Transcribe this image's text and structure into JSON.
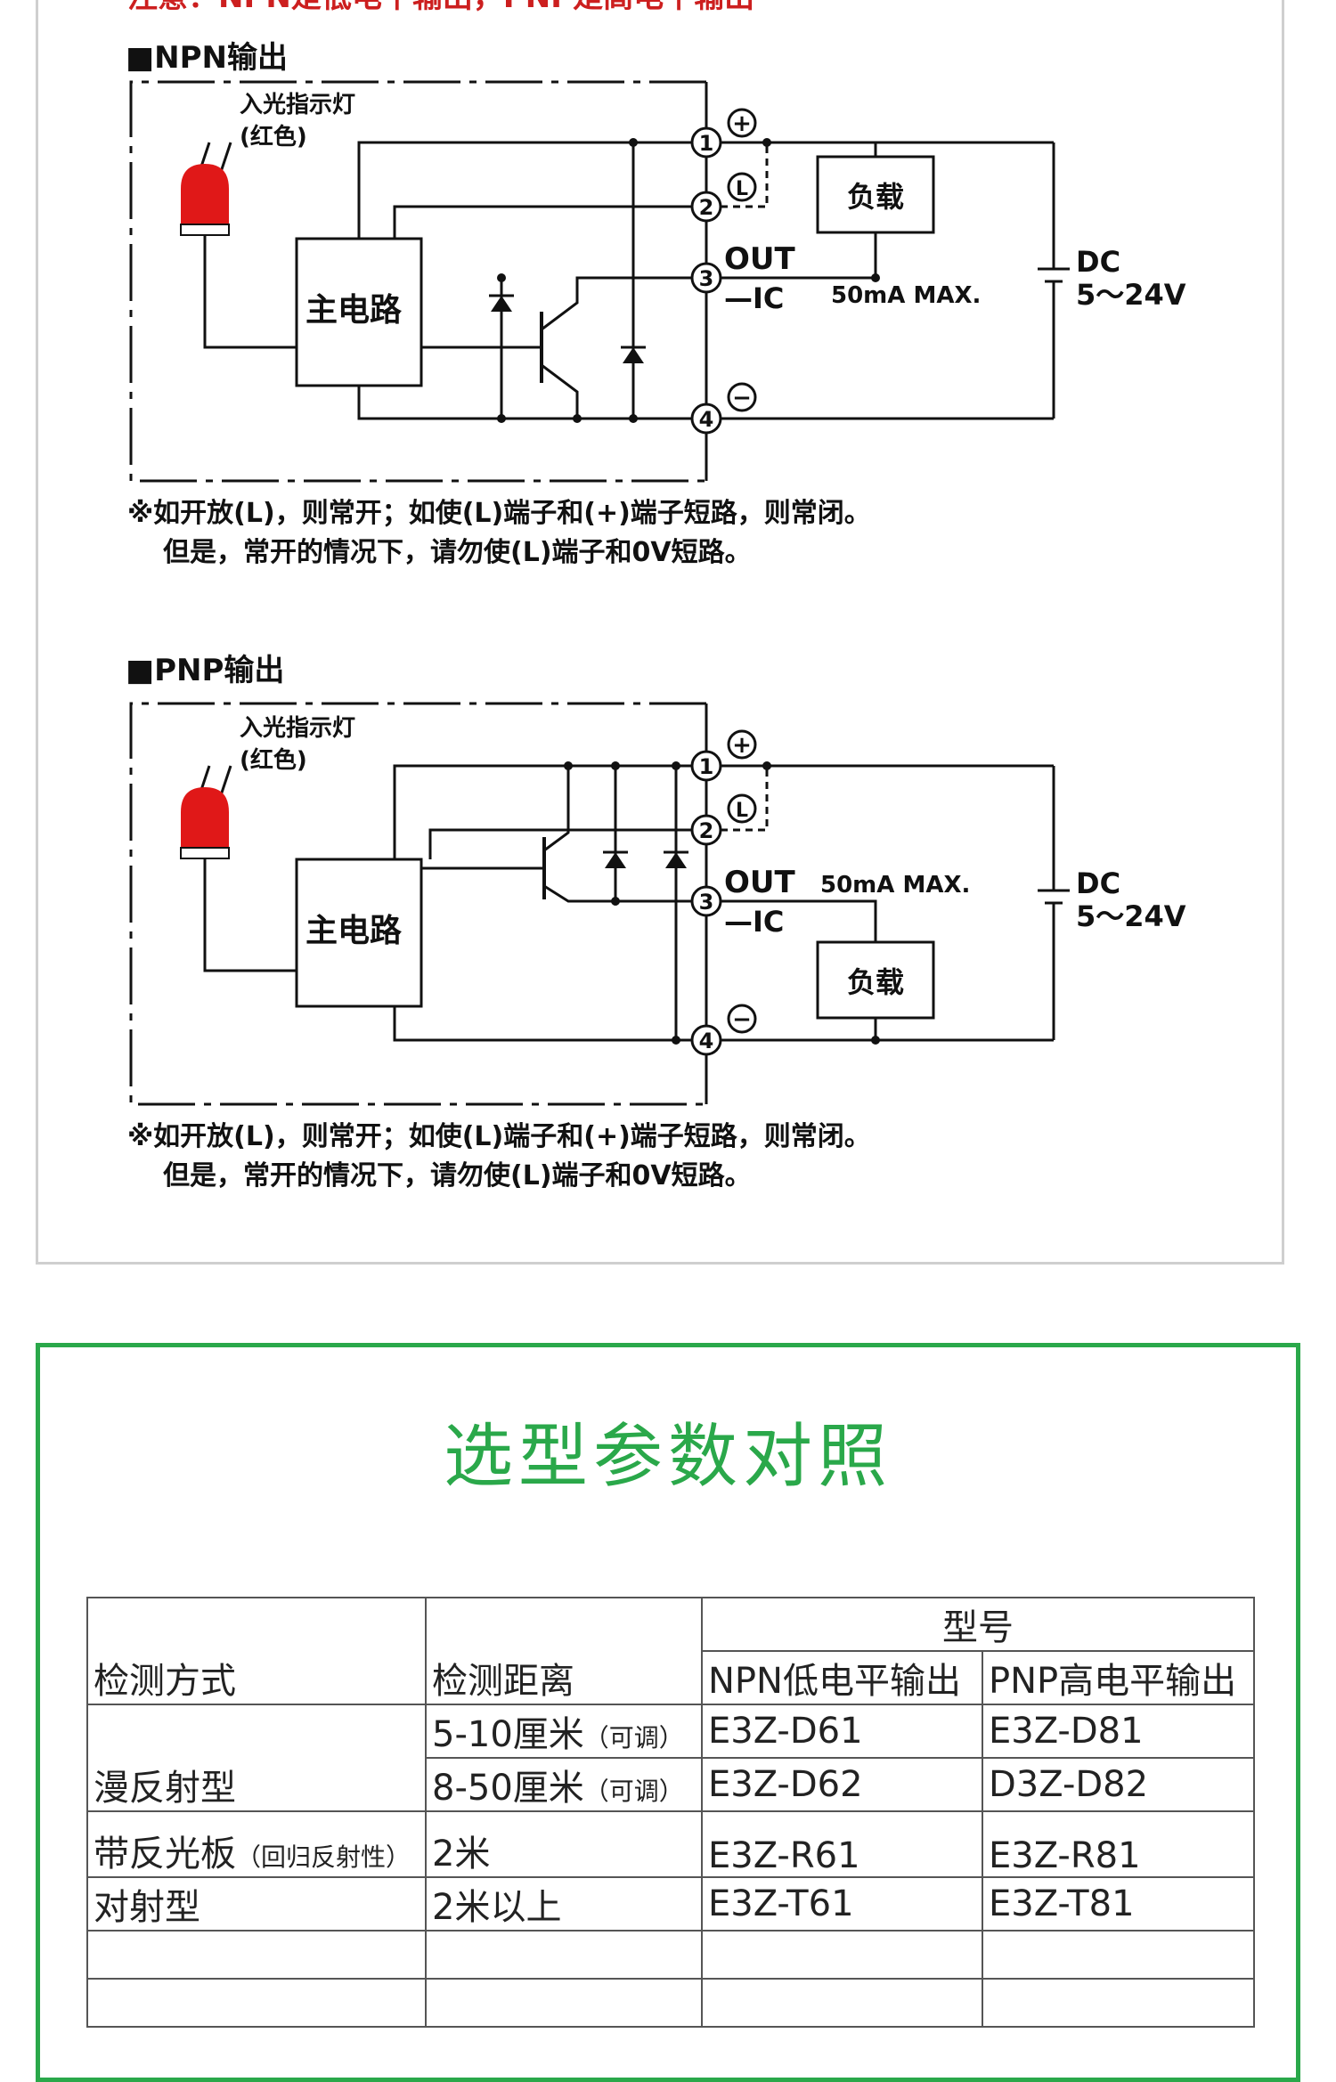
{
  "top_note": "注意：NPN是低电平输出，PNP是高电平输出",
  "circuits": [
    {
      "heading": "■NPN输出",
      "led_label": "入光指示灯",
      "led_color_label": "(红色)",
      "main_circuit": "主电路",
      "load": "负载",
      "out_label": "OUT",
      "ic_label": "—IC",
      "max_current": "50mA MAX.",
      "dc_label": "DC",
      "voltage": "5～24V",
      "terminals": [
        "1",
        "2",
        "3",
        "4"
      ],
      "plus": "+",
      "minus": "−",
      "l_mark": "L",
      "note_line1": "※如开放(L)，则常开；如使(L)端子和(+)端子短路，则常闭。",
      "note_line2": "但是，常开的情况下，请勿使(L)端子和0V短路。"
    },
    {
      "heading": "■PNP输出",
      "led_label": "入光指示灯",
      "led_color_label": "(红色)",
      "main_circuit": "主电路",
      "load": "负载",
      "out_label": "OUT",
      "ic_label": "—IC",
      "max_current": "50mA MAX.",
      "dc_label": "DC",
      "voltage": "5～24V",
      "terminals": [
        "1",
        "2",
        "3",
        "4"
      ],
      "plus": "+",
      "minus": "−",
      "l_mark": "L",
      "note_line1": "※如开放(L)，则常开；如使(L)端子和(+)端子短路，则常闭。",
      "note_line2": "但是，常开的情况下，请勿使(L)端子和0V短路。"
    }
  ],
  "colors": {
    "led": "#e01818",
    "accent_green": "#2aa84a",
    "note_red": "#cc1f1f"
  },
  "selection": {
    "title": "选型参数对照",
    "header": {
      "method": "检测方式",
      "distance": "检测距离",
      "model": "型号",
      "npn": "NPN低电平输出",
      "pnp": "PNP高电平输出"
    },
    "rows": [
      {
        "method": "漫反射型",
        "method_note": "",
        "distance": "5-10厘米",
        "distance_note": "（可调）",
        "npn": "E3Z-D61",
        "pnp": "E3Z-D81"
      },
      {
        "method": "",
        "method_note": "",
        "distance": "8-50厘米",
        "distance_note": "（可调）",
        "npn": "E3Z-D62",
        "pnp": "D3Z-D82"
      },
      {
        "method": "带反光板",
        "method_note": "（回归反射性）",
        "distance": "2米",
        "distance_note": "",
        "npn": "E3Z-R61",
        "pnp": "E3Z-R81"
      },
      {
        "method": "对射型",
        "method_note": "",
        "distance": "2米以上",
        "distance_note": "",
        "npn": "E3Z-T61",
        "pnp": "E3Z-T81"
      }
    ]
  }
}
